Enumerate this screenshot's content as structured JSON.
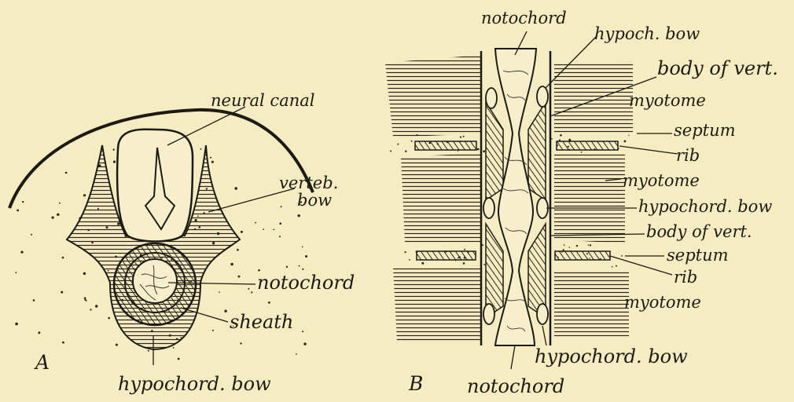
{
  "figure": {
    "panel_a": {
      "letter": "A",
      "labels": {
        "neural_canal": "neural canal",
        "verteb": "verteb.",
        "bow": "bow",
        "notochord": "notochord",
        "sheath": "sheath",
        "hypochord_bow": "hypochord. bow"
      }
    },
    "panel_b": {
      "letter": "B",
      "labels": {
        "notochord_top": "notochord",
        "hypoch_bow": "hypoch. bow",
        "body_of_vert_1": "body of vert.",
        "myotome_1": "myotome",
        "septum_1": "septum",
        "rib_1": "rib",
        "myotome_2": "myotome",
        "hypochord_bow_right": "hypochord. bow",
        "body_of_vert_2": "body of vert.",
        "septum_2": "septum",
        "rib_2": "rib",
        "myotome_3": "myotome",
        "hypochord_bow_bottom": "hypochord. bow",
        "notochord_bottom": "notochord"
      }
    },
    "colors": {
      "paper": "#f5ecc2",
      "ink": "#1d1a14",
      "shade": "#9c9788"
    }
  }
}
